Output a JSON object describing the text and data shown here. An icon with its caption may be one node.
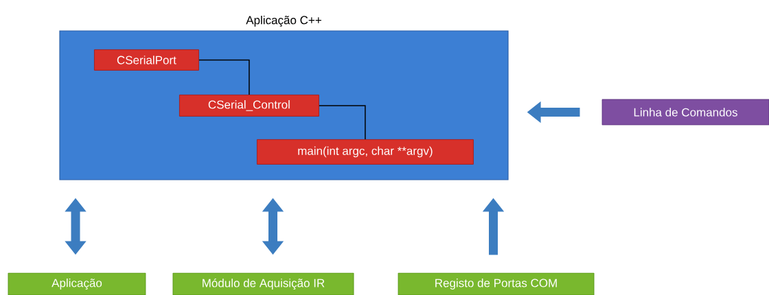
{
  "diagram": {
    "nodes": [
      {
        "text": [
          "Aplicação C++"
        ]
      },
      {
        "text": [
          "CSerialPort"
        ],
        "in": 0
      },
      {
        "text": [
          "CSerial_Control"
        ],
        "in": 0
      },
      {
        "text": [
          "main(int argc, char **argv)"
        ],
        "in": 0
      },
      {
        "text": [
          "Linha de Comandos"
        ]
      },
      {
        "text": [
          "Aplicação"
        ]
      },
      {
        "text": [
          "Módulo de Aquisição IR"
        ]
      },
      {
        "text": [
          "Registo de Portas COM"
        ]
      }
    ],
    "edges": [
      {
        "from": 1,
        "to": 2,
        "arrow": "none",
        "color": "#000000"
      },
      {
        "from": 2,
        "to": 3,
        "arrow": "none",
        "color": "#000000"
      },
      {
        "from": 4,
        "to": 0,
        "arrow": "to"
      },
      {
        "from": 5,
        "to": 0,
        "arrow": "both"
      },
      {
        "from": 6,
        "to": 0,
        "arrow": "both"
      },
      {
        "from": 7,
        "to": 0,
        "arrow": "to"
      }
    ]
  }
}
